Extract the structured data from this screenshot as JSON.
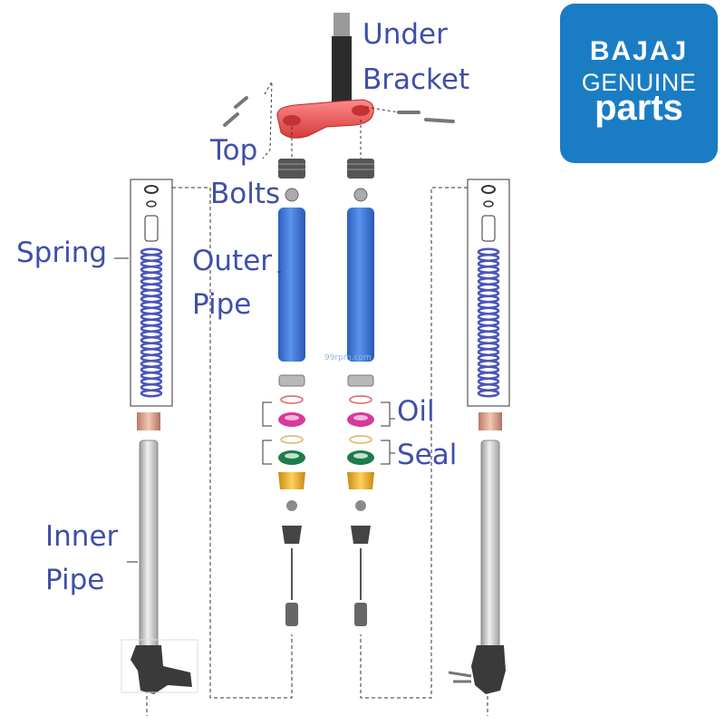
{
  "labels": {
    "under_bracket": [
      "Under",
      "Bracket"
    ],
    "top_bolts": [
      "Top",
      "Bolts"
    ],
    "spring": "Spring",
    "outer_pipe": [
      "Outer",
      "Pipe"
    ],
    "oil_seal": [
      "Oil",
      "Seal"
    ],
    "inner_pipe": [
      "Inner",
      "Pipe"
    ]
  },
  "logo": {
    "line1": "BAJAJ",
    "line2": "GENUINE",
    "line3": "parts"
  },
  "watermark": "99rpm.com",
  "colors": {
    "label": "#3f4fa8",
    "logo_bg": "#1a7dc4",
    "bracket": "#e35a5a",
    "outer_pipe": "#3b73d6",
    "spring": "#4b55b8",
    "seal_magenta": "#d63a9b",
    "seal_green": "#1f7a4c",
    "bush_gold": "#e8a52b"
  }
}
